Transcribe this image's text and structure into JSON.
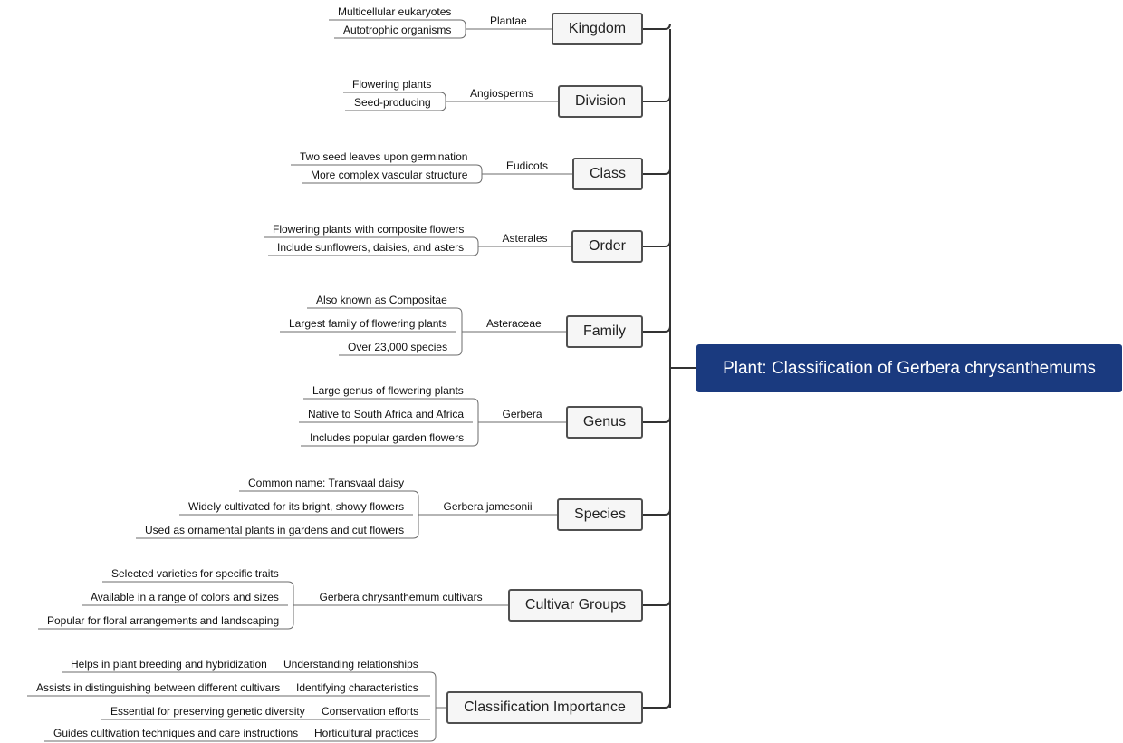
{
  "root": "Plant: Classification of Gerbera chrysanthemums",
  "branches": [
    {
      "name": "Kingdom",
      "sub": "Plantae",
      "leaves": [
        "Multicellular eukaryotes",
        "Autotrophic organisms"
      ]
    },
    {
      "name": "Division",
      "sub": "Angiosperms",
      "leaves": [
        "Flowering plants",
        "Seed-producing"
      ]
    },
    {
      "name": "Class",
      "sub": "Eudicots",
      "leaves": [
        "Two seed leaves upon germination",
        "More complex vascular structure"
      ]
    },
    {
      "name": "Order",
      "sub": "Asterales",
      "leaves": [
        "Flowering plants with composite flowers",
        "Include sunflowers, daisies, and asters"
      ]
    },
    {
      "name": "Family",
      "sub": "Asteraceae",
      "leaves": [
        "Also known as Compositae",
        "Largest family of flowering plants",
        "Over 23,000 species"
      ]
    },
    {
      "name": "Genus",
      "sub": "Gerbera",
      "leaves": [
        "Large genus of flowering plants",
        "Native to South Africa and Africa",
        "Includes popular garden flowers"
      ]
    },
    {
      "name": "Species",
      "sub": "Gerbera jamesonii",
      "leaves": [
        "Common name: Transvaal daisy",
        "Widely cultivated for its bright, showy flowers",
        "Used as ornamental plants in gardens and cut flowers"
      ]
    },
    {
      "name": "Cultivar Groups",
      "sub": "Gerbera chrysanthemum cultivars",
      "leaves": [
        "Selected varieties for specific traits",
        "Available in a range of colors and sizes",
        "Popular for floral arrangements and landscaping"
      ]
    }
  ],
  "importance": {
    "name": "Classification Importance",
    "items": [
      {
        "label": "Understanding relationships",
        "detail": "Helps in plant breeding and hybridization"
      },
      {
        "label": "Identifying characteristics",
        "detail": "Assists in distinguishing between different cultivars"
      },
      {
        "label": "Conservation efforts",
        "detail": "Essential for preserving genetic diversity"
      },
      {
        "label": "Horticultural practices",
        "detail": "Guides cultivation techniques and care instructions"
      }
    ]
  },
  "colors": {
    "root_fill": "#1a3a7f",
    "node_fill": "#f6f6f6",
    "node_border": "#505050",
    "line": "#6b6b6b",
    "root_connector": "#333333"
  }
}
